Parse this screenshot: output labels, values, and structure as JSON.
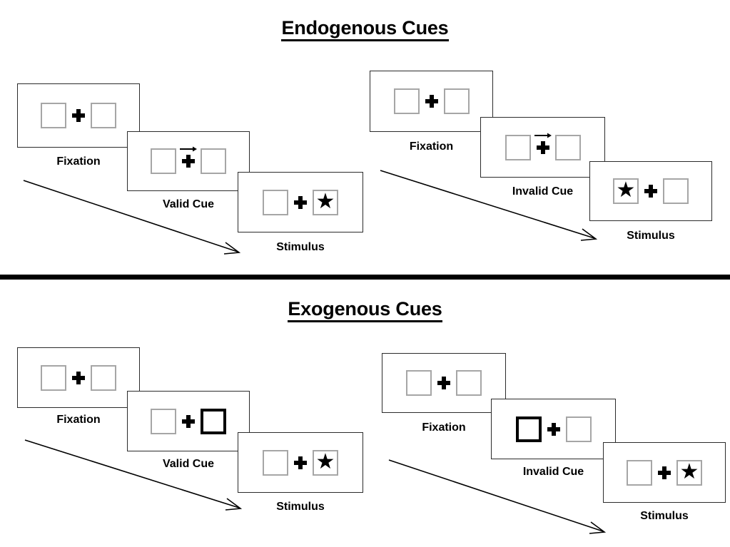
{
  "figure": {
    "type": "diagram",
    "description": "Posner cueing paradigm schematic showing endogenous and exogenous cue trial sequences"
  },
  "sections": [
    {
      "id": "endogenous",
      "title": "Endogenous Cues",
      "columns": [
        {
          "id": "endogenous-valid",
          "cue_type": "valid",
          "stages": [
            {
              "label": "Fixation",
              "left_box": {
                "highlight": false,
                "content": ""
              },
              "right_box": {
                "highlight": false,
                "content": ""
              },
              "arrow_cue": false
            },
            {
              "label": "Valid Cue",
              "left_box": {
                "highlight": false,
                "content": ""
              },
              "right_box": {
                "highlight": false,
                "content": ""
              },
              "arrow_cue": true,
              "arrow_direction": "right"
            },
            {
              "label": "Stimulus",
              "left_box": {
                "highlight": false,
                "content": ""
              },
              "right_box": {
                "highlight": false,
                "content": "★"
              },
              "arrow_cue": false
            }
          ]
        },
        {
          "id": "endogenous-invalid",
          "cue_type": "invalid",
          "stages": [
            {
              "label": "Fixation",
              "left_box": {
                "highlight": false,
                "content": ""
              },
              "right_box": {
                "highlight": false,
                "content": ""
              },
              "arrow_cue": false
            },
            {
              "label": "Invalid Cue",
              "left_box": {
                "highlight": false,
                "content": ""
              },
              "right_box": {
                "highlight": false,
                "content": ""
              },
              "arrow_cue": true,
              "arrow_direction": "right"
            },
            {
              "label": "Stimulus",
              "left_box": {
                "highlight": false,
                "content": "★"
              },
              "right_box": {
                "highlight": false,
                "content": ""
              },
              "arrow_cue": false
            }
          ]
        }
      ]
    },
    {
      "id": "exogenous",
      "title": "Exogenous Cues",
      "columns": [
        {
          "id": "exogenous-valid",
          "cue_type": "valid",
          "stages": [
            {
              "label": "Fixation",
              "left_box": {
                "highlight": false,
                "content": ""
              },
              "right_box": {
                "highlight": false,
                "content": ""
              },
              "arrow_cue": false
            },
            {
              "label": "Valid Cue",
              "left_box": {
                "highlight": false,
                "content": ""
              },
              "right_box": {
                "highlight": true,
                "content": ""
              },
              "arrow_cue": false
            },
            {
              "label": "Stimulus",
              "left_box": {
                "highlight": false,
                "content": ""
              },
              "right_box": {
                "highlight": false,
                "content": "★"
              },
              "arrow_cue": false
            }
          ]
        },
        {
          "id": "exogenous-invalid",
          "cue_type": "invalid",
          "stages": [
            {
              "label": "Fixation",
              "left_box": {
                "highlight": false,
                "content": ""
              },
              "right_box": {
                "highlight": false,
                "content": ""
              },
              "arrow_cue": false
            },
            {
              "label": "Invalid Cue",
              "left_box": {
                "highlight": true,
                "content": ""
              },
              "right_box": {
                "highlight": false,
                "content": ""
              },
              "arrow_cue": false
            },
            {
              "label": "Stimulus",
              "left_box": {
                "highlight": false,
                "content": ""
              },
              "right_box": {
                "highlight": false,
                "content": "★"
              },
              "arrow_cue": false
            }
          ]
        }
      ]
    }
  ],
  "colors": {
    "box_outline": "#a6a6a6",
    "box_highlight": "#000000",
    "frame_outline": "#2b2b2b",
    "ink": "#000000",
    "background": "#ffffff"
  }
}
